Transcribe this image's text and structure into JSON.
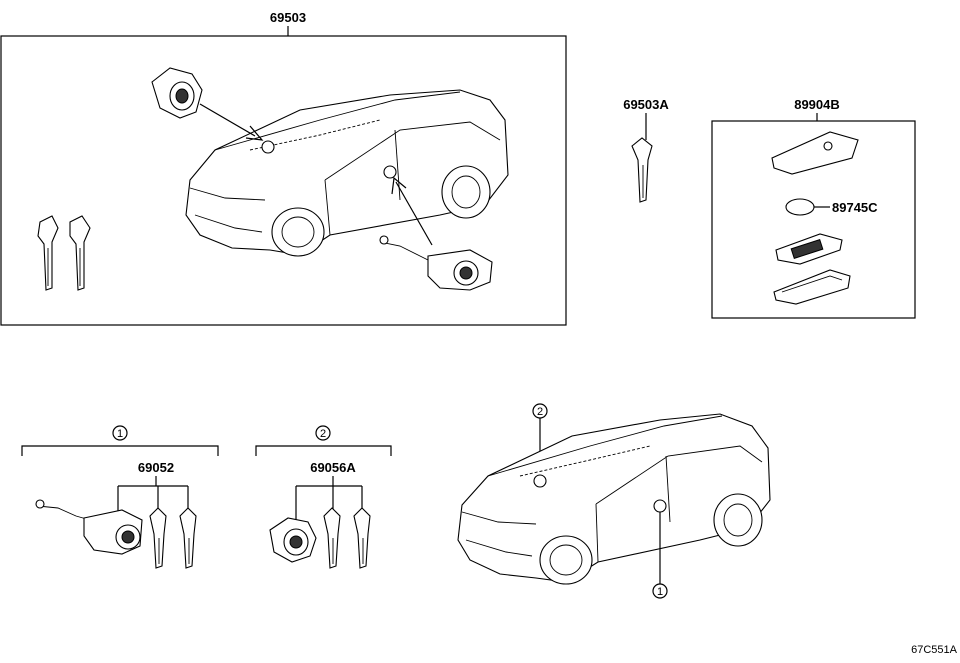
{
  "parts": {
    "p69503": "69503",
    "p69503a": "69503A",
    "p89904b": "89904B",
    "p89745c": "89745C",
    "p69052": "69052",
    "p69056a": "69056A"
  },
  "callouts": {
    "one": "1",
    "two": "2"
  },
  "diagram_code": "67C551A"
}
